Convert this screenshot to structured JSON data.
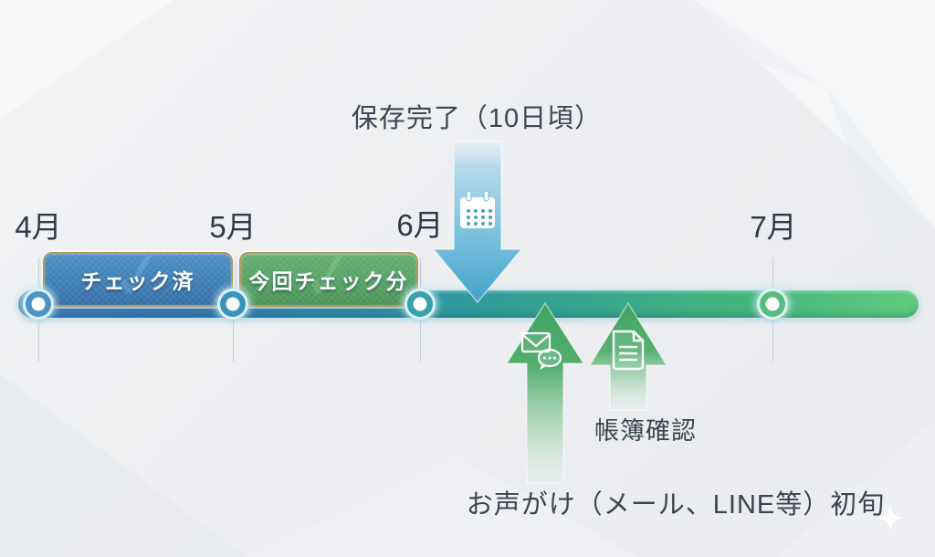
{
  "timeline": {
    "months": [
      {
        "label": "4月"
      },
      {
        "label": "5月"
      },
      {
        "label": "6月"
      },
      {
        "label": "7月"
      }
    ],
    "nodes": [
      {
        "month": "4月",
        "color": "#4a93c8"
      },
      {
        "month": "5月",
        "color": "#3b93b8"
      },
      {
        "month": "6月",
        "color": "#3aa0ac"
      },
      {
        "month": "7月",
        "color": "#57bd7d"
      }
    ],
    "bar_colors": {
      "start": "#3b80bf",
      "middle": "#2f97a2",
      "end": "#5ecb7c"
    }
  },
  "badges": [
    {
      "label": "チェック済",
      "fill": "#3f7fb5",
      "border": "#b39a5f",
      "watermark": "✓"
    },
    {
      "label": "今回チェック分",
      "fill": "#55a263",
      "border": "#b39a5f",
      "watermark": "✓"
    }
  ],
  "annotations": {
    "save": {
      "label": "保存完了（10日頃）",
      "icon": "calendar-icon",
      "arrow_color": "#57a9cd",
      "direction": "down"
    },
    "ledger": {
      "label": "帳簿確認",
      "icon": "document-icon",
      "arrow_color": "#46a865",
      "direction": "up"
    },
    "outreach": {
      "label": "お声がけ（メール、LINE等）初旬",
      "icon": "mail-chat-icon",
      "arrow_color": "#46a865",
      "direction": "up"
    }
  }
}
